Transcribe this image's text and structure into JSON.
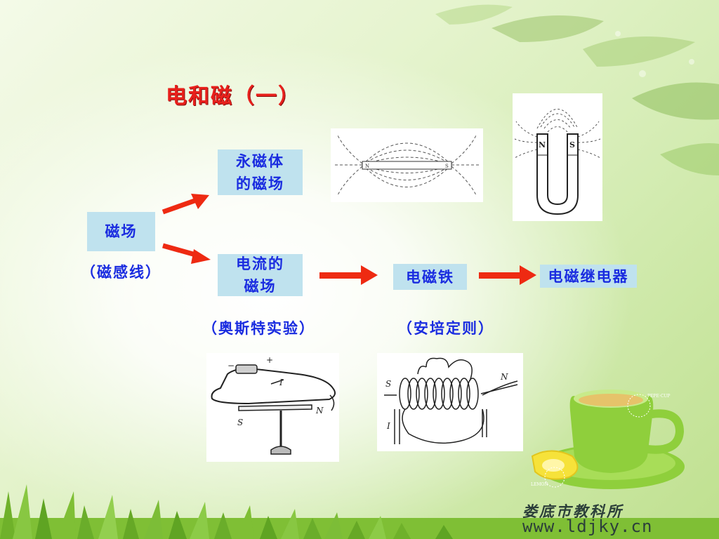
{
  "slide": {
    "title": "电和磁（一）",
    "magnetic_field": {
      "label": "磁场",
      "note": "（磁感线）"
    },
    "permanent_magnet_field": {
      "line1": "永磁体",
      "line2": "的磁场"
    },
    "current_field": {
      "line1": "电流的",
      "line2": "磁场"
    },
    "oersted_note": "（奥斯特实验）",
    "electromagnet": {
      "label": "电磁铁"
    },
    "ampere_note": "（安培定则）",
    "relay": {
      "label": "电磁继电器"
    },
    "figures": {
      "bar_magnet": {
        "pole_left": "N",
        "pole_right": "S"
      },
      "u_magnet": {
        "pole_left": "N",
        "pole_right": "S"
      },
      "oersted": {
        "minus": "−",
        "plus": "+",
        "current": "I",
        "pole_s": "S",
        "pole_n": "N"
      },
      "solenoid": {
        "pole_s": "S",
        "pole_n": "N",
        "current": "I"
      }
    },
    "decor": {
      "cup_label": "PEPE·CUP",
      "lemon_label": "LEMON"
    },
    "watermark": {
      "name": "娄底市教科所",
      "url": "www.ldjky.cn"
    },
    "colors": {
      "title": "#e8201c",
      "box_bg": "#bfe2ee",
      "box_text": "#1a2ce0",
      "arrow": "#ee2a12"
    }
  }
}
